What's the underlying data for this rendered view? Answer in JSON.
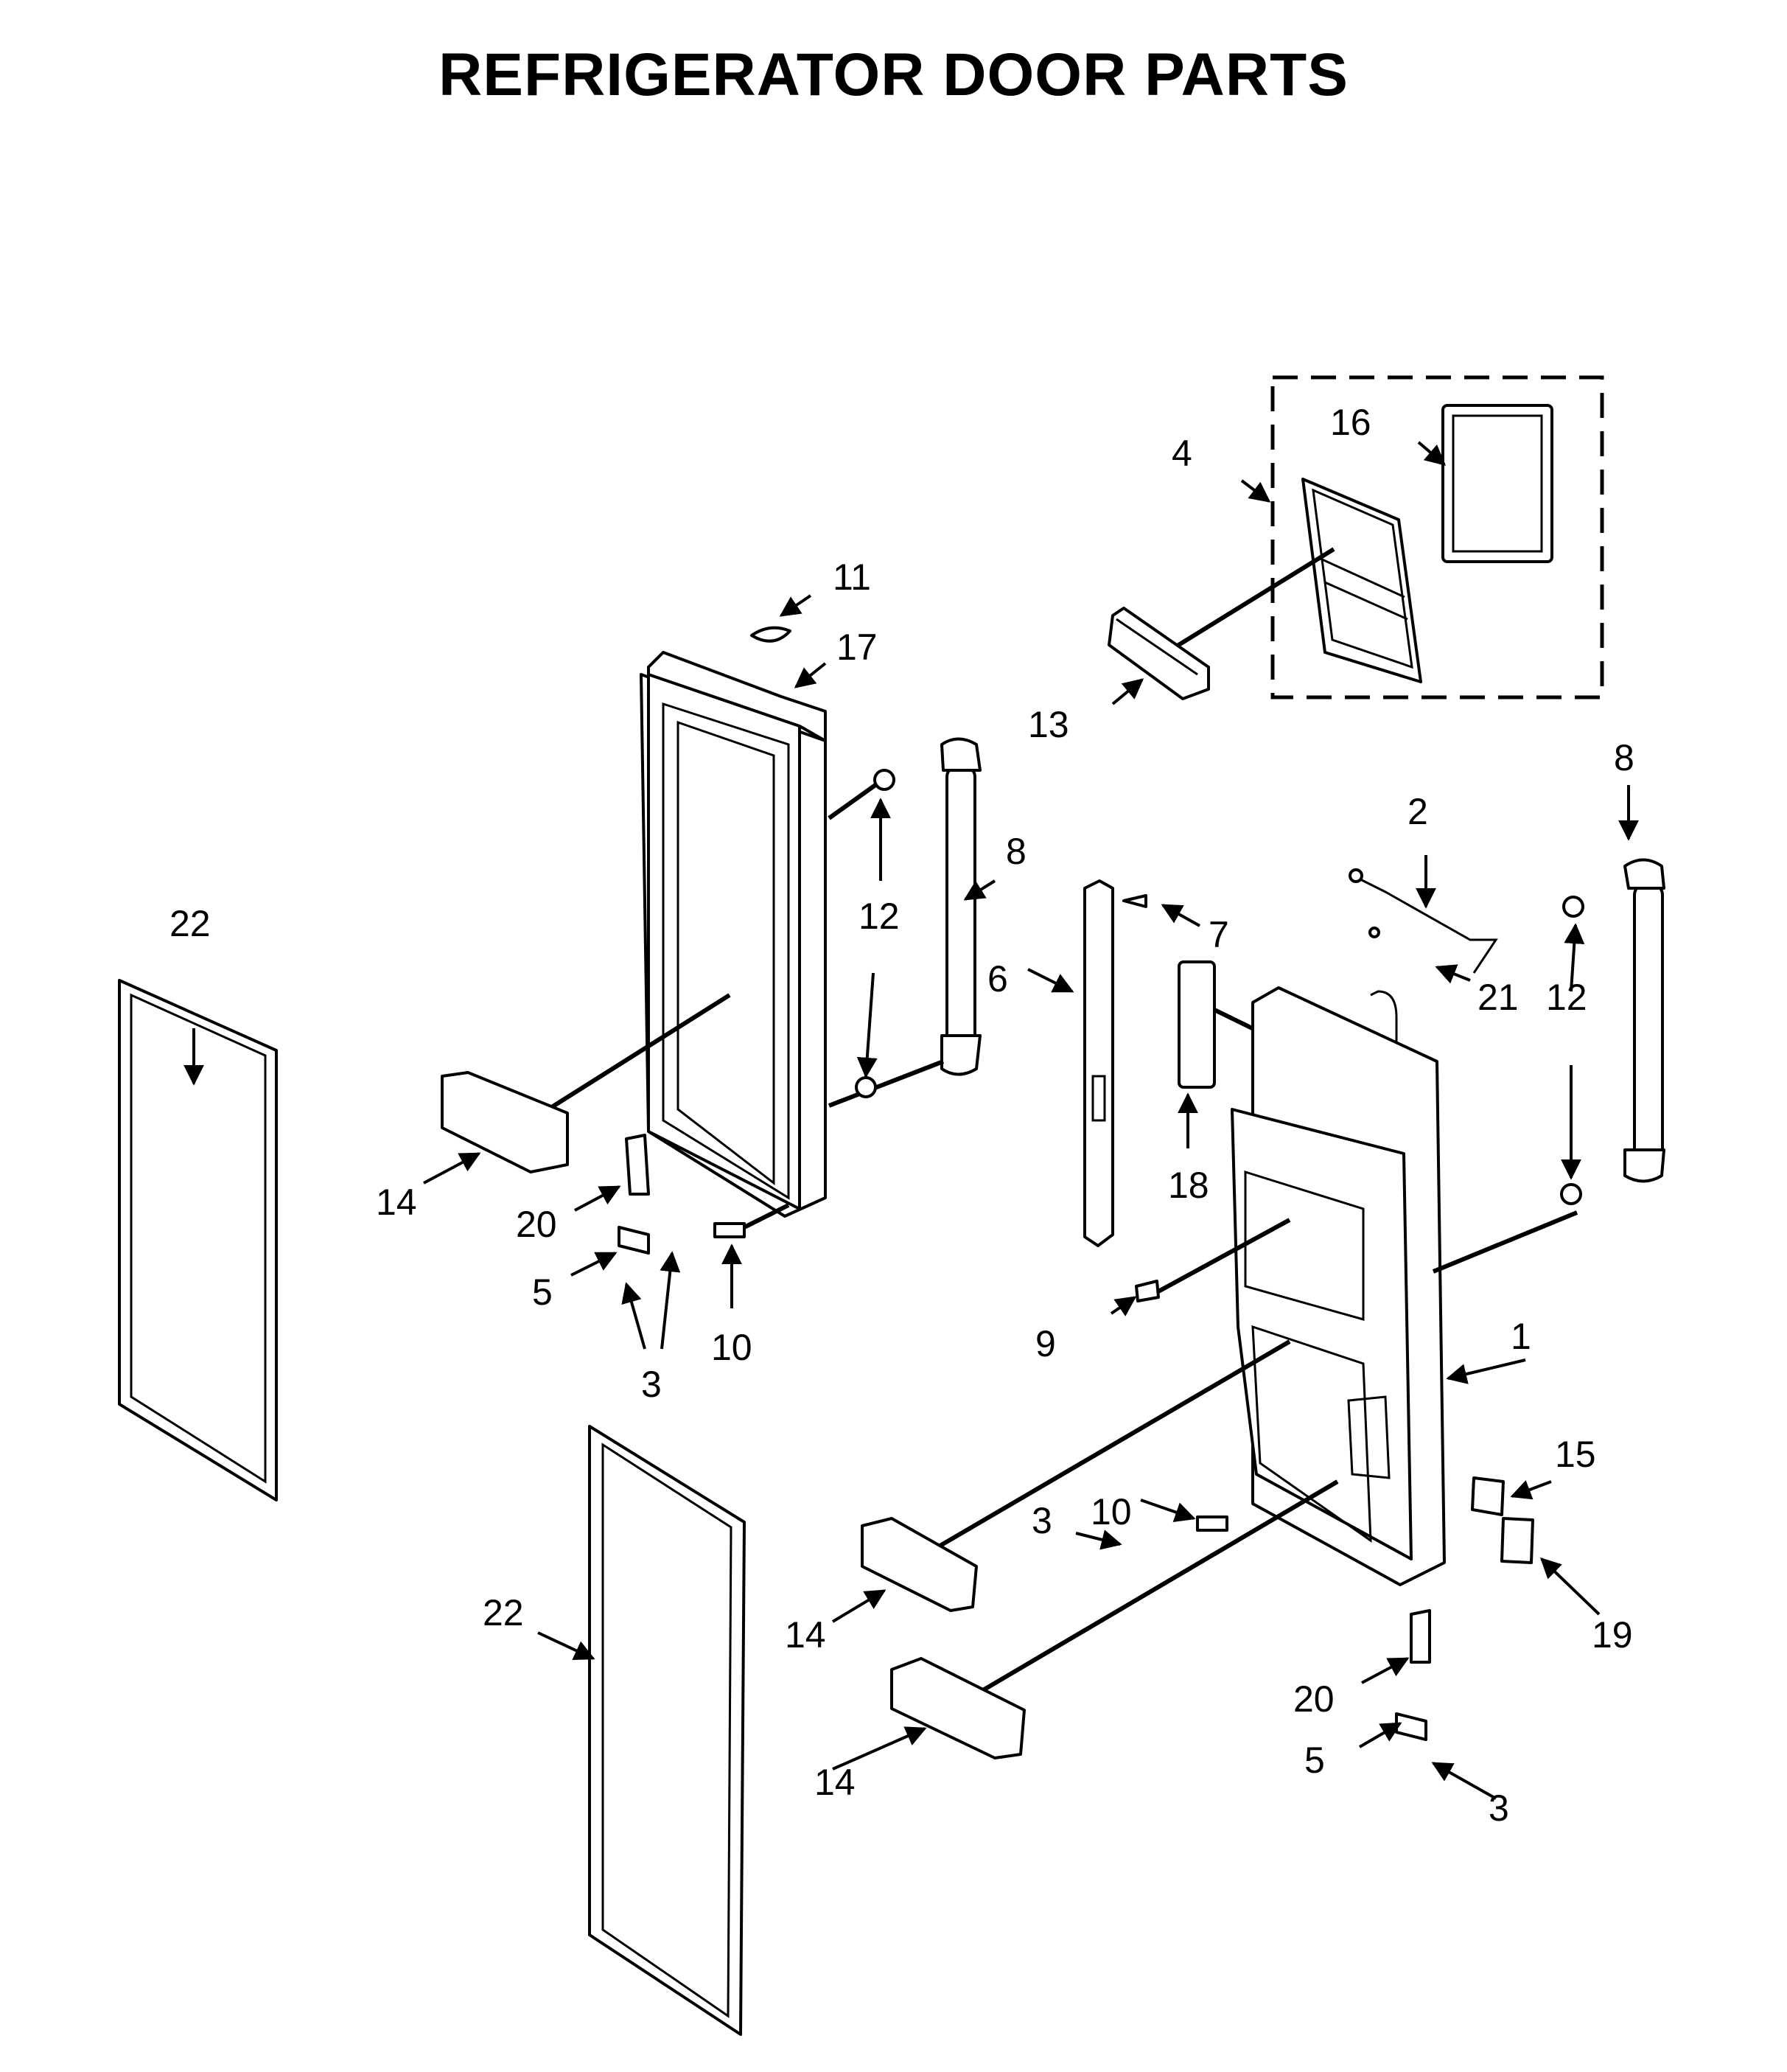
{
  "title": "REFRIGERATOR DOOR PARTS",
  "callouts": {
    "c1": "1",
    "c2": "2",
    "c3a": "3",
    "c3b": "3",
    "c3c": "3",
    "c4": "4",
    "c5a": "5",
    "c5b": "5",
    "c6": "6",
    "c7": "7",
    "c8a": "8",
    "c8b": "8",
    "c9": "9",
    "c10a": "10",
    "c10b": "10",
    "c11": "11",
    "c12a": "12",
    "c12b": "12",
    "c13": "13",
    "c14a": "14",
    "c14b": "14",
    "c14c": "14",
    "c15": "15",
    "c16": "16",
    "c17": "17",
    "c18": "18",
    "c19": "19",
    "c20a": "20",
    "c20b": "20",
    "c21": "21",
    "c22a": "22",
    "c22b": "22"
  },
  "colors": {
    "line": "#000000",
    "background": "#ffffff"
  }
}
